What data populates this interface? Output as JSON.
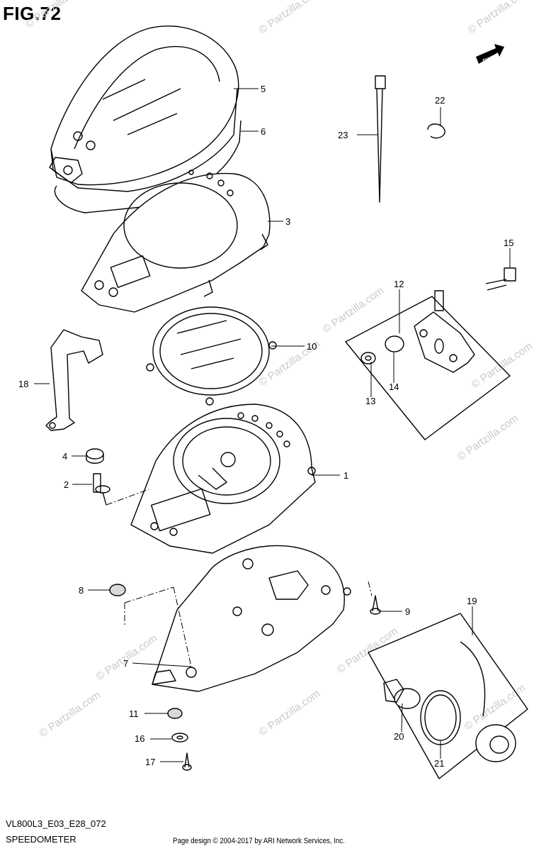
{
  "figure": {
    "title": "FIG.72",
    "code": "VL800L3_E03_E28_072",
    "name": "SPEEDOMETER",
    "copyright": "Page design © 2004-2017 by ARI Network Services, Inc.",
    "fwd_label": "FWD",
    "watermark": "© Partzilla.com"
  },
  "callouts": [
    {
      "id": "1",
      "label": "1"
    },
    {
      "id": "2",
      "label": "2"
    },
    {
      "id": "3",
      "label": "3"
    },
    {
      "id": "4",
      "label": "4"
    },
    {
      "id": "5",
      "label": "5"
    },
    {
      "id": "6",
      "label": "6"
    },
    {
      "id": "7",
      "label": "7"
    },
    {
      "id": "8",
      "label": "8"
    },
    {
      "id": "9",
      "label": "9"
    },
    {
      "id": "10",
      "label": "10"
    },
    {
      "id": "11",
      "label": "11"
    },
    {
      "id": "12",
      "label": "12"
    },
    {
      "id": "13",
      "label": "13"
    },
    {
      "id": "14",
      "label": "14"
    },
    {
      "id": "15",
      "label": "15"
    },
    {
      "id": "16",
      "label": "16"
    },
    {
      "id": "17",
      "label": "17"
    },
    {
      "id": "18",
      "label": "18"
    },
    {
      "id": "19",
      "label": "19"
    },
    {
      "id": "20",
      "label": "20"
    },
    {
      "id": "21",
      "label": "21"
    },
    {
      "id": "22",
      "label": "22"
    },
    {
      "id": "23",
      "label": "23"
    }
  ],
  "colors": {
    "line": "#000000",
    "watermark": "#c9c9c9",
    "shade": "#d9d9d9"
  }
}
